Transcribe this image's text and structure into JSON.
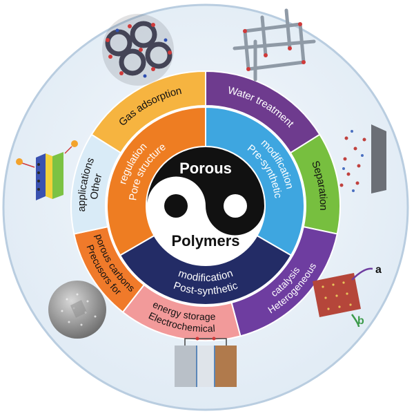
{
  "center": {
    "top_word": "Porous",
    "bottom_word": "Polymers"
  },
  "inner_ring": [
    {
      "id": "pore-structure",
      "lines": [
        "Pore structure",
        "regulation"
      ],
      "color": "#ee7d22",
      "text_color": "#ffffff"
    },
    {
      "id": "pre-synthetic",
      "lines": [
        "Pre-synthetic",
        "modification"
      ],
      "color": "#3ea6e0",
      "text_color": "#ffffff"
    },
    {
      "id": "post-synthetic",
      "lines": [
        "Post-synthetic",
        "modification"
      ],
      "color": "#232c66",
      "text_color": "#ffffff"
    }
  ],
  "outer_ring": [
    {
      "id": "gas-adsorption",
      "lines": [
        "Gas adsorption"
      ],
      "color": "#f6b440",
      "text_color": "#111111"
    },
    {
      "id": "water-treatment",
      "lines": [
        "Water treatment"
      ],
      "color": "#6e3b8e",
      "text_color": "#ffffff"
    },
    {
      "id": "separation",
      "lines": [
        "Separation"
      ],
      "color": "#77bf3f",
      "text_color": "#111111"
    },
    {
      "id": "heterogeneous-catalysis",
      "lines": [
        "Heterogeneous",
        "catalysis"
      ],
      "color": "#6e3da0",
      "text_color": "#ffffff"
    },
    {
      "id": "electrochemical-energy-storage",
      "lines": [
        "Electrochemical",
        "energy storage"
      ],
      "color": "#f29a9a",
      "text_color": "#111111"
    },
    {
      "id": "precursors-porous-carbons",
      "lines": [
        "Precusors for",
        "porous carbons"
      ],
      "color": "#f07a2a",
      "text_color": "#111111"
    },
    {
      "id": "other-applications",
      "lines": [
        "Other",
        "applications"
      ],
      "color": "#d9ebf7",
      "text_color": "#111111"
    }
  ],
  "catalysis_labels": {
    "a": "a",
    "b": "b"
  },
  "colors": {
    "outer_disc": "#e6f0f8",
    "ring_edge": "#ffffff",
    "yin": "#111111",
    "yang": "#ffffff"
  },
  "illustration_icons": [
    "porous-framework-icon",
    "cubic-framework-icon",
    "membrane-separation-icon",
    "catalyst-sheet-icon",
    "battery-cell-icon",
    "porous-sphere-icon",
    "device-layers-icon"
  ]
}
